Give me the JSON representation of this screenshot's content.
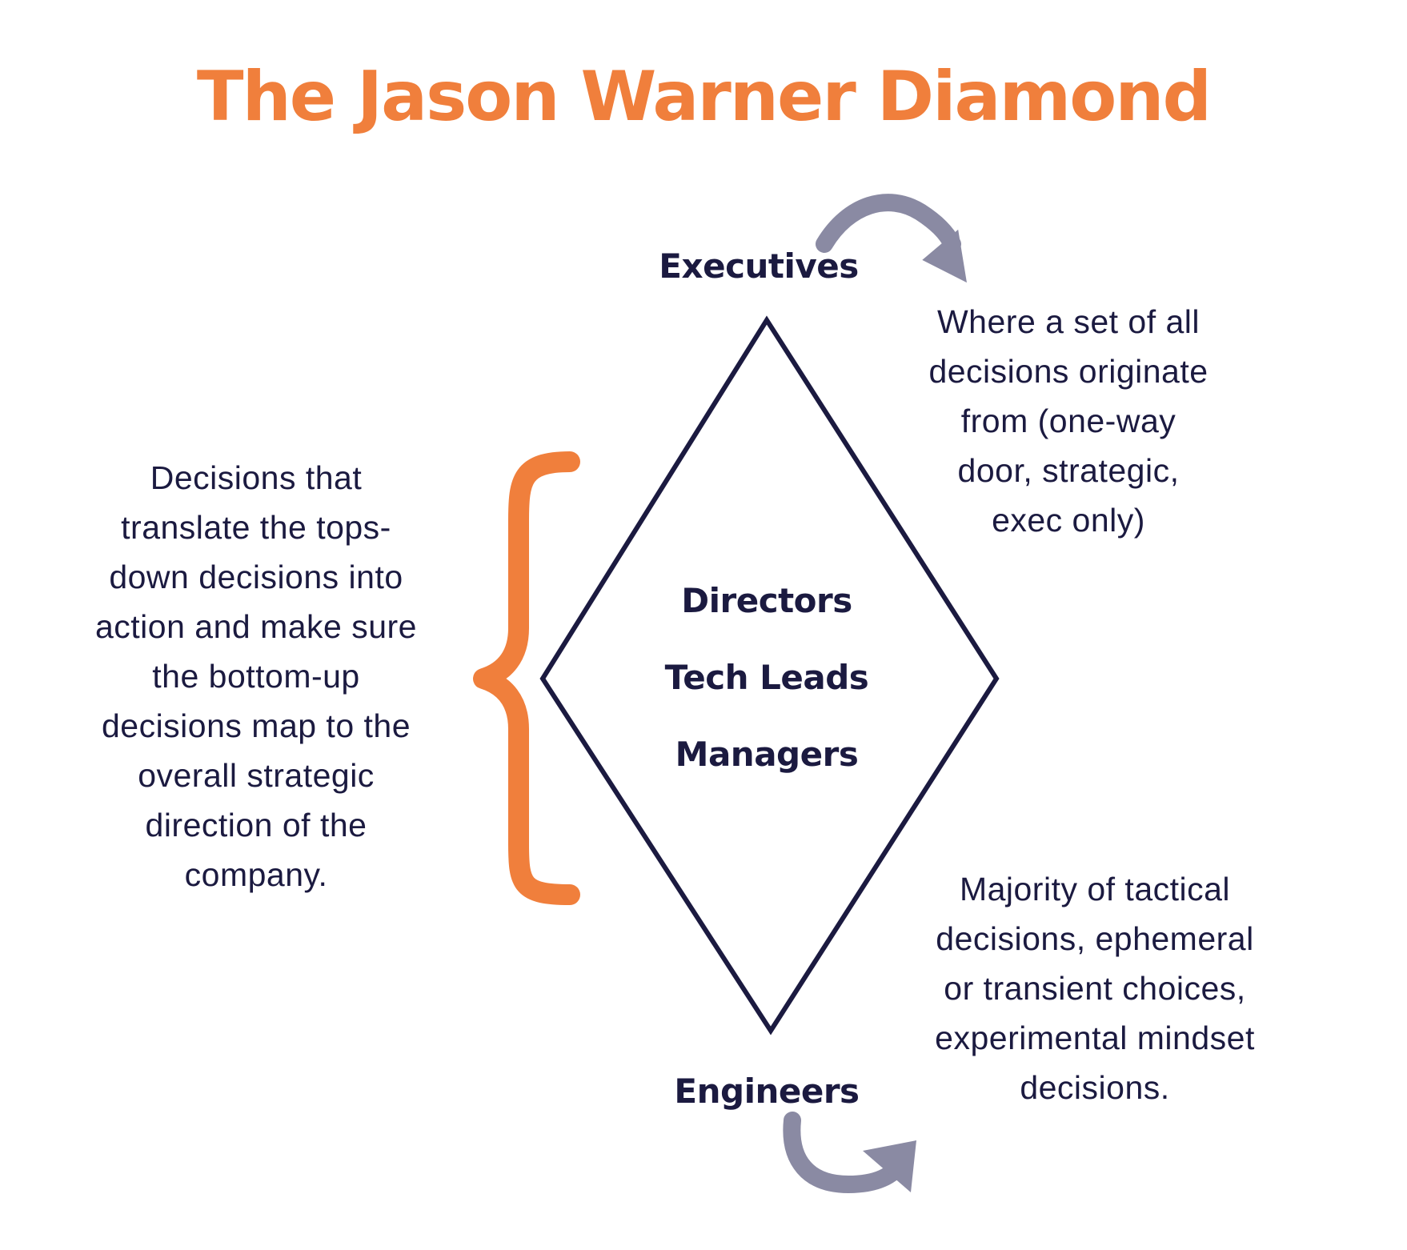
{
  "title": "The Jason Warner Diamond",
  "colors": {
    "title": "#f07f3c",
    "text": "#1b1a40",
    "diamond_stroke": "#1b1a40",
    "brace": "#f07f3c",
    "arrow": "#8a8aa3"
  },
  "roles": {
    "top": "Executives",
    "middle": [
      "Directors",
      "Tech Leads",
      "Managers"
    ],
    "bottom": "Engineers"
  },
  "descriptions": {
    "executives": [
      "Where a set of all",
      "decisions originate",
      "from (one-way",
      "door, strategic,",
      "exec only)"
    ],
    "middle": [
      "Decisions that",
      "translate the tops-",
      "down decisions into",
      "action and make sure",
      "the bottom-up",
      "decisions map to the",
      "overall strategic",
      "direction of the",
      "company."
    ],
    "engineers": [
      "Majority of tactical",
      "decisions, ephemeral",
      "or transient choices,",
      "experimental mindset",
      "decisions."
    ]
  },
  "icons": {
    "top_arrow": "curved-arrow-icon",
    "bottom_arrow": "curved-arrow-icon",
    "brace": "left-curly-brace-icon"
  }
}
